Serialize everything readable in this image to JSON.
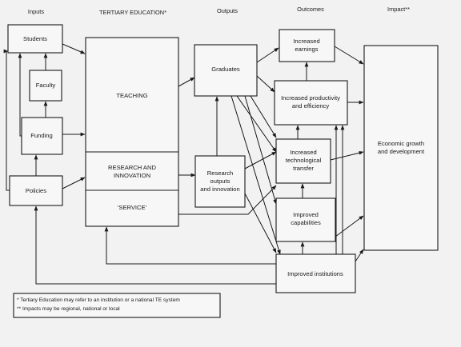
{
  "headers": {
    "inputs": "Inputs",
    "tertiary": "TERTIARY EDUCATION*",
    "outputs": "Outputs",
    "outcomes": "Outcomes",
    "impact": "Impact**"
  },
  "boxes": {
    "students": "Students",
    "faculty": "Faculty",
    "funding": "Funding",
    "policies": "Policies",
    "teaching": "TEACHING",
    "research_line1": "RESEARCH AND",
    "research_line2": "INNOVATION",
    "service": "'SERVICE'",
    "graduates": "Graduates",
    "research_outputs_line1": "Research",
    "research_outputs_line2": "outputs",
    "research_outputs_line3": "and innovation",
    "earnings_line1": "Increased",
    "earnings_line2": "earnings",
    "productivity_line1": "Increased productivity",
    "productivity_line2": "and efficiency",
    "tech_transfer_line1": "Increased",
    "tech_transfer_line2": "technological",
    "tech_transfer_line3": "transfer",
    "capabilities_line1": "Improved",
    "capabilities_line2": "capabilities",
    "institutions": "Improved institutions",
    "growth_line1": "Economic growth",
    "growth_line2": "and development"
  },
  "notes": {
    "note1": "* Tertiary Education may refer to an institution or a national TE system",
    "note2": "** Impacts may be regional, national or local"
  }
}
